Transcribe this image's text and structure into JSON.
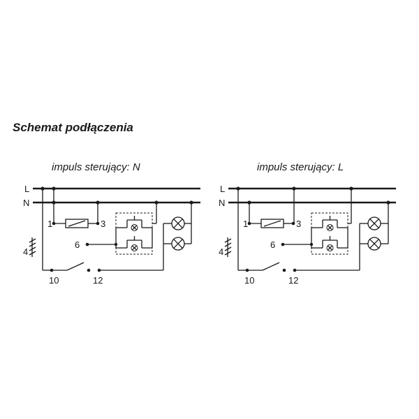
{
  "heading": "Schemat podłączenia",
  "diagrams": [
    {
      "subtitle": "impuls sterujący: N",
      "labels": {
        "L": "L",
        "N": "N",
        "t1": "1",
        "t3": "3",
        "t6": "6",
        "t4": "4",
        "t10": "10",
        "t12": "12"
      }
    },
    {
      "subtitle": "impuls sterujący: L",
      "labels": {
        "L": "L",
        "N": "N",
        "t1": "1",
        "t3": "3",
        "t6": "6",
        "t4": "4",
        "t10": "10",
        "t12": "12"
      }
    }
  ]
}
